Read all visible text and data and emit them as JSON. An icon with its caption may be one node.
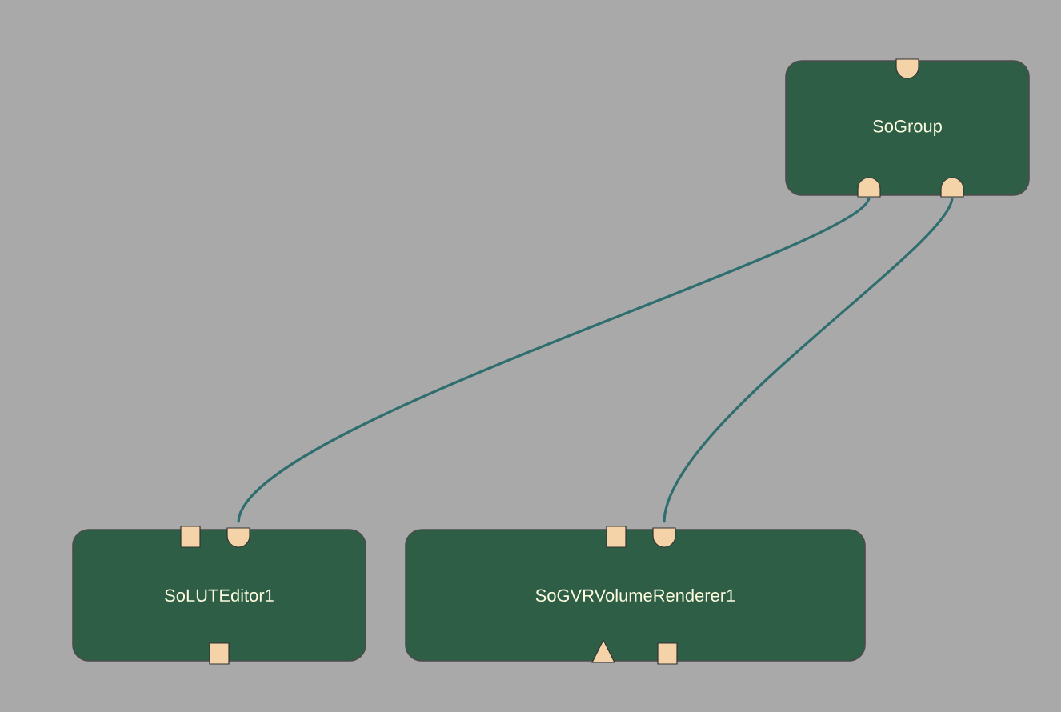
{
  "diagram": {
    "nodes": [
      {
        "text": [
          "SoGroup"
        ]
      },
      {
        "text": [
          "SoLUTEditor1"
        ]
      },
      {
        "text": [
          "SoGVRVolumeRenderer1"
        ]
      }
    ],
    "edges": [
      {
        "from": 0,
        "to": 1,
        "arrow": "none"
      },
      {
        "from": 0,
        "to": 2,
        "arrow": "none"
      }
    ]
  }
}
